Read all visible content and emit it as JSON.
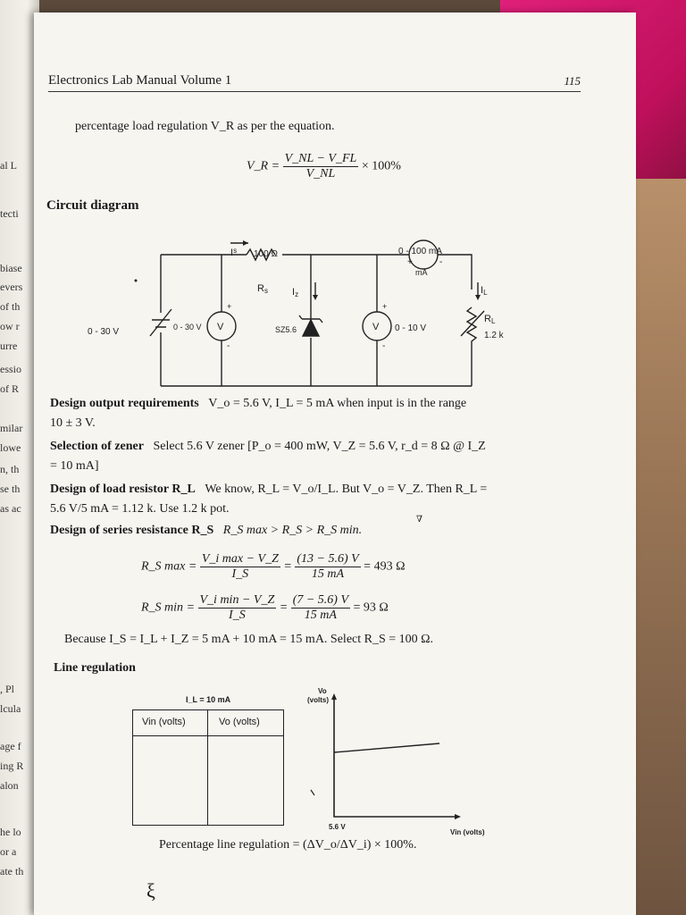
{
  "header": {
    "title": "Electronics Lab Manual Volume 1",
    "page_number": "115"
  },
  "intro_line": "percentage load regulation V_R as per the equation.",
  "equation_vr": {
    "lhs": "V_R =",
    "numerator": "V_NL − V_FL",
    "denominator": "V_NL",
    "suffix": "× 100%"
  },
  "circuit_heading": "Circuit diagram",
  "circuit": {
    "is_label": "I",
    "is_sub": "s",
    "rs_value": "100 Ω",
    "rs_label": "R",
    "rs_sub": "s",
    "iz_label": "I",
    "iz_sub": "z",
    "ammeter_range": "0 - 100 mA",
    "ammeter_symbol": "mA",
    "il_label": "I",
    "il_sub": "L",
    "rl_label": "R",
    "rl_sub": "L",
    "rl_value": "1.2 k",
    "source_range": "0 - 30 V",
    "vm1_range": "0 - 30 V",
    "vm_symbol": "V",
    "zener_label": "SZ5.6",
    "vm2_range": "0 - 10 V",
    "plus": "+",
    "minus": "-"
  },
  "design_output": {
    "heading": "Design output requirements",
    "text1": "V_o = 5.6 V, I_L = 5 mA when input is in the range",
    "text2": "10 ± 3 V."
  },
  "selection_zener": {
    "heading": "Selection of zener",
    "text1": "Select 5.6 V zener   [P_o = 400 mW, V_Z = 5.6 V, r_d = 8 Ω @ I_Z",
    "text2": "= 10 mA]"
  },
  "load_resistor": {
    "heading": "Design of load resistor R_L",
    "text1": "We know, R_L = V_o/I_L. But V_o = V_Z. Then R_L =",
    "text2": "5.6 V/5 mA  =  1.12 k. Use 1.2 k pot."
  },
  "series_resistance": {
    "heading": "Design of series resistance R_S",
    "text": "R_S max > R_S > R_S min."
  },
  "eq_rsmax": {
    "lhs": "R_S max =",
    "num1": "V_i max − V_Z",
    "den1": "I_S",
    "num2": "(13 − 5.6) V",
    "den2": "15 mA",
    "result": "= 493 Ω"
  },
  "eq_rsmin": {
    "lhs": "R_S min =",
    "num1": "V_i min − V_Z",
    "den1": "I_S",
    "num2": "(7 − 5.6) V",
    "den2": "15 mA",
    "result": "= 93 Ω"
  },
  "because_line": "Because I_S = I_L + I_Z = 5 mA + 10 mA = 15 mA.    Select R_S = 100 Ω.",
  "line_regulation_heading": "Line regulation",
  "table": {
    "caption": "I_L  = 10 mA",
    "col1": "Vin (volts)",
    "col2": "Vo  (volts)"
  },
  "graph": {
    "ylabel": "Vo",
    "ylabel2": "(volts)",
    "x_tick": "5.6 V",
    "xlabel": "Vin (volts)"
  },
  "footer_eq": "Percentage line regulation = (ΔV_o/ΔV_i) × 100%.",
  "handwritten_mark": "ξ",
  "left_page_fragments": [
    "al L",
    "tecti",
    "biase",
    "evers",
    "of th",
    "ow r",
    "urre",
    "essio",
    "of R",
    "milar",
    "lowe",
    "n, th",
    "se th",
    "as ac",
    ", Pl",
    "lcula",
    "age f",
    "ing R",
    "alon",
    "he lo",
    "or a",
    "ate th"
  ]
}
